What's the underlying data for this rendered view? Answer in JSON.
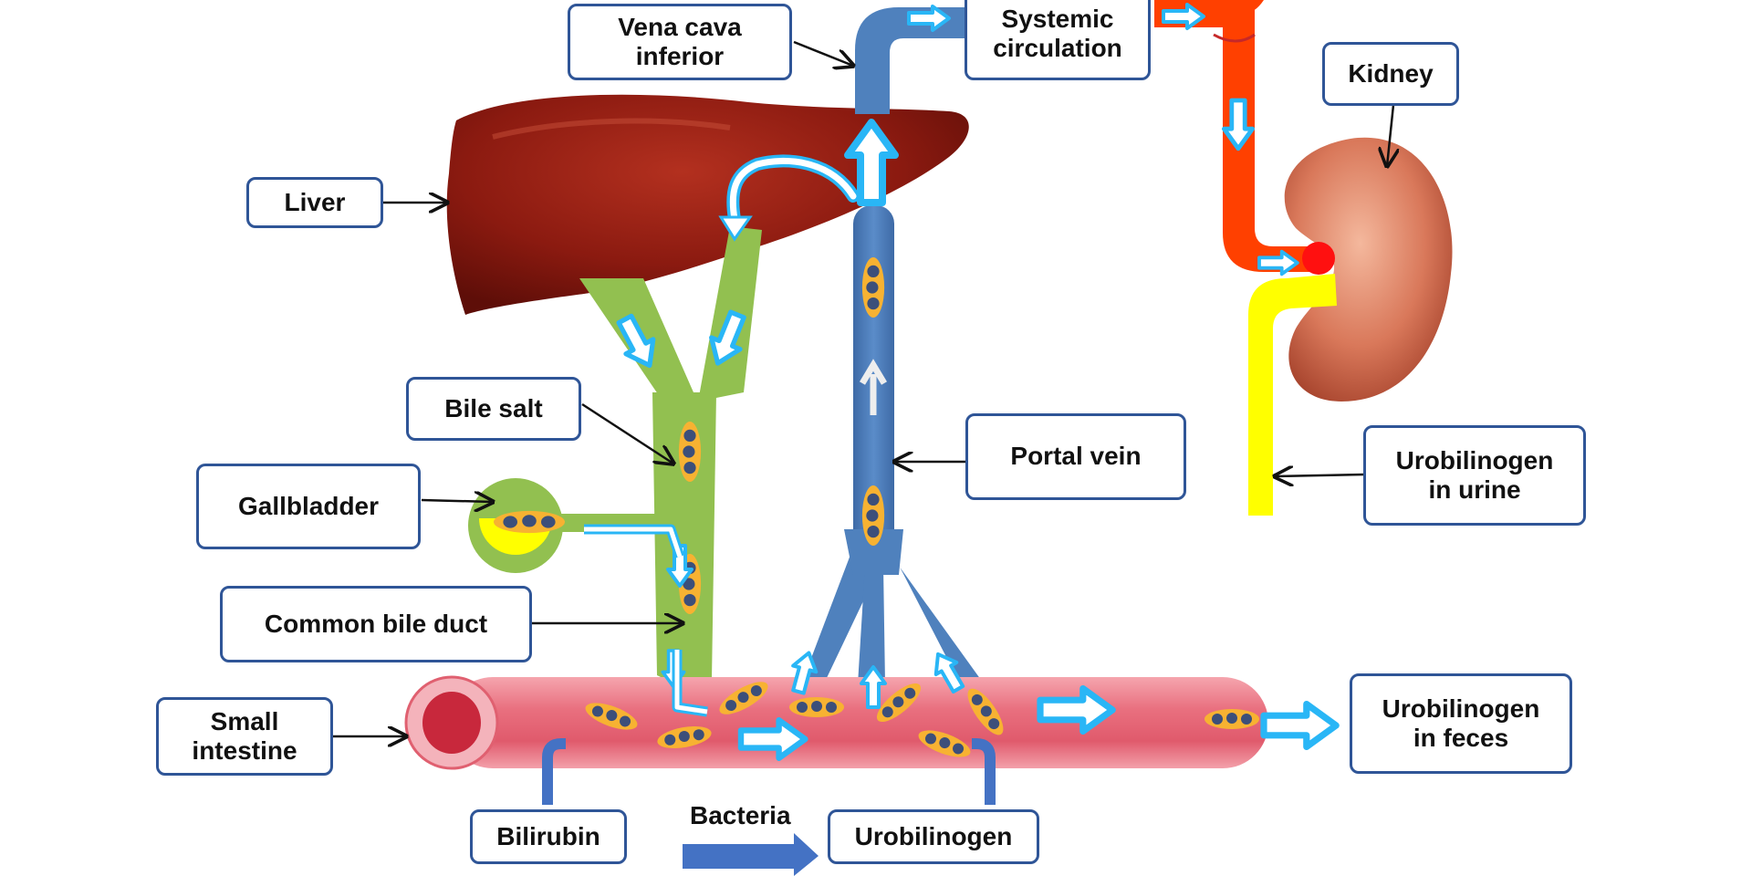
{
  "labels": {
    "vena_cava": "Vena cava\ninferior",
    "systemic": "Systemic\ncirculation",
    "kidney": "Kidney",
    "liver": "Liver",
    "bile_salt": "Bile salt",
    "gallbladder": "Gallbladder",
    "common_bile_duct": "Common bile duct",
    "small_intestine": "Small\nintestine",
    "portal_vein": "Portal vein",
    "urobilinogen_urine": "Urobilinogen\nin urine",
    "urobilinogen_feces": "Urobilinogen\nin feces",
    "bilirubin": "Bilirubin",
    "bacteria": "Bacteria",
    "urobilinogen": "Urobilinogen"
  },
  "colors": {
    "label_border": "#2f5597",
    "vein": "#4f81bd",
    "artery": "#ff4000",
    "bile_duct": "#92c050",
    "liver": "#8b1a10",
    "intestine": "#e8687a",
    "urine": "#ffff00",
    "flow_arrow": "#29b6f6",
    "pigment": "#f7b232",
    "pigment_dots": "#3c4f7a"
  }
}
